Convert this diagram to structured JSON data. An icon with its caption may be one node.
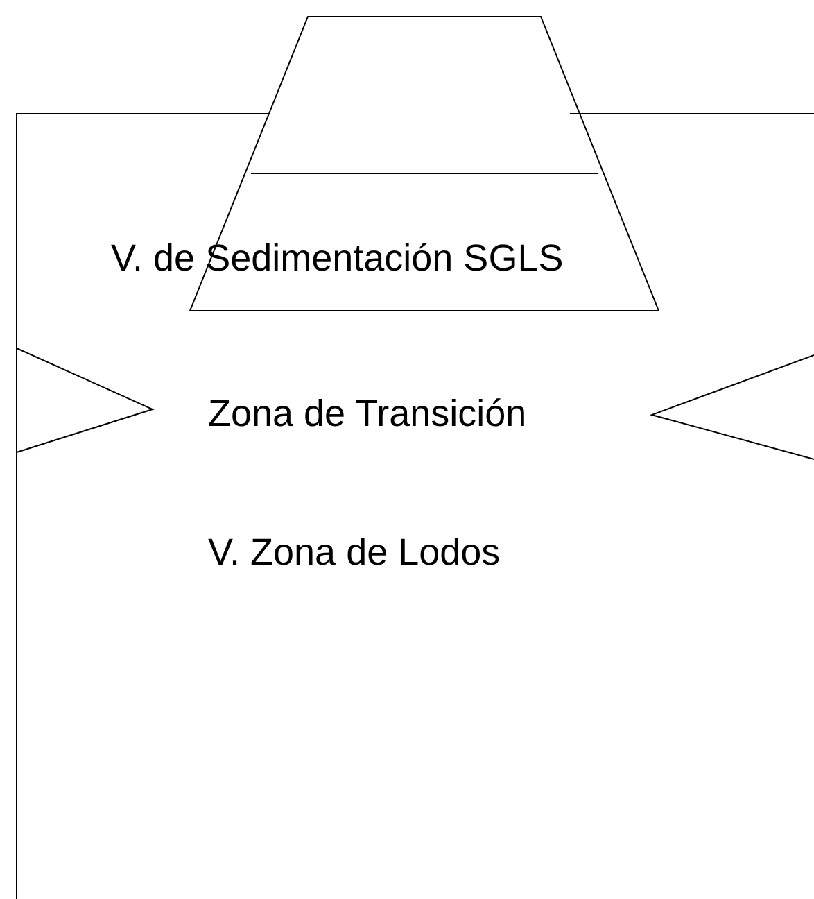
{
  "diagram": {
    "labels": [
      "V. de Sedimentación SGLS",
      "Zona de Transición",
      "V. Zona de Lodos"
    ]
  }
}
